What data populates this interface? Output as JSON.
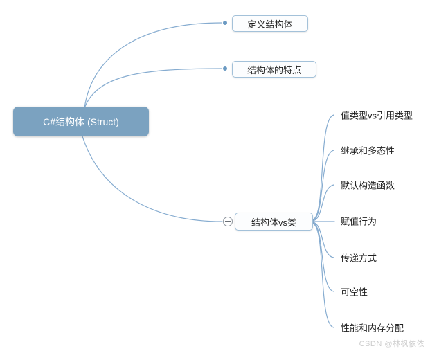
{
  "mindmap": {
    "root": {
      "label": "C#结构体 (Struct)"
    },
    "branches": [
      {
        "label": "定义结构体"
      },
      {
        "label": "结构体的特点"
      },
      {
        "label": "结构体vs类",
        "collapse_icon": "minus-circle-icon"
      }
    ],
    "leaves": [
      "值类型vs引用类型",
      "继承和多态性",
      "默认构造函数",
      "赋值行为",
      "传递方式",
      "可空性",
      "性能和内存分配"
    ]
  },
  "watermark": {
    "text": "CSDN @林枫依依"
  },
  "colors": {
    "root_fill": "#7ba2c0",
    "root_text": "#ffffff",
    "node_fill": "#fcfdfe",
    "node_border": "#a3c1d9",
    "connector": "#86acd0",
    "connector_dot": "#6b9ac2",
    "text": "#1f1f1f",
    "watermark": "#cccccc"
  }
}
